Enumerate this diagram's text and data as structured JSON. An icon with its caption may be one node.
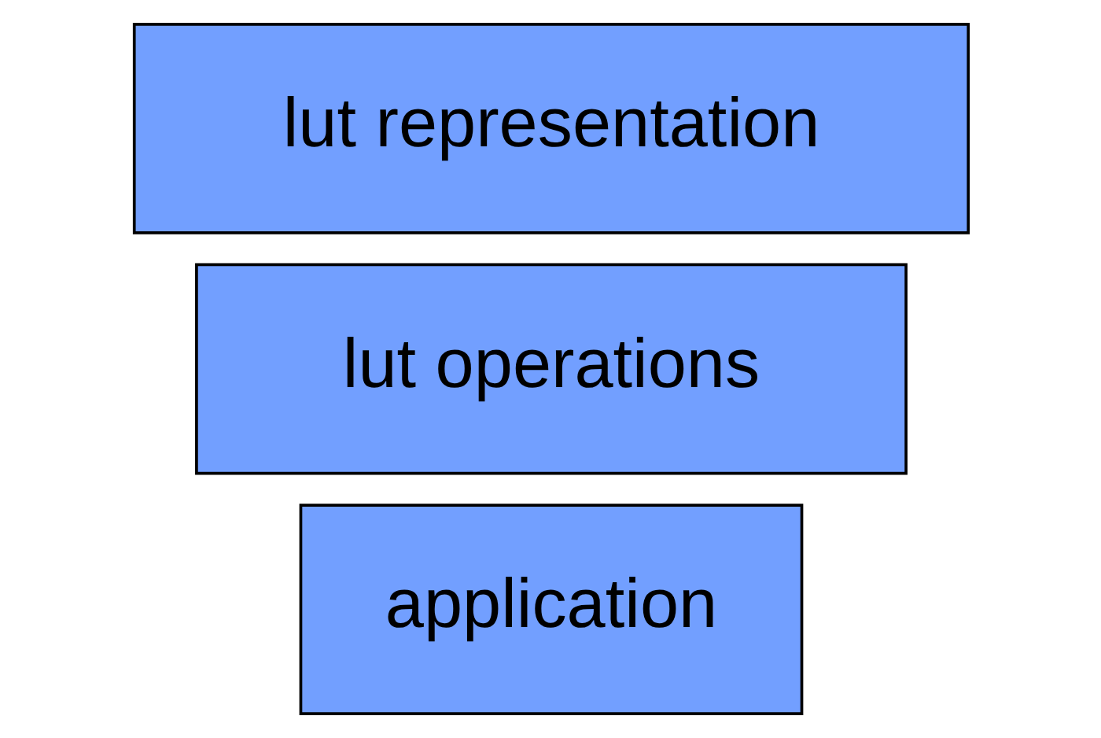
{
  "diagram": {
    "nodes": [
      {
        "text": [
          "application"
        ]
      },
      {
        "text": [
          "lut operations"
        ]
      },
      {
        "text": [
          "lut representation"
        ]
      }
    ]
  }
}
